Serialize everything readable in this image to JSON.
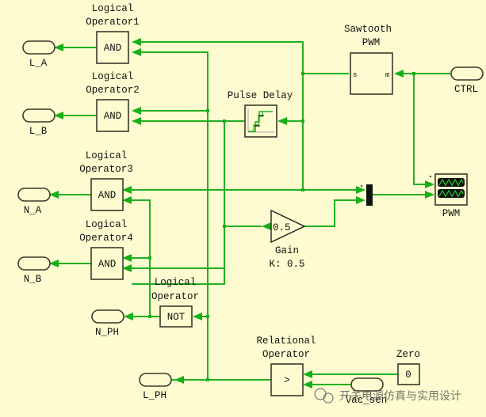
{
  "diagram": {
    "blocks": {
      "and1": {
        "title1": "Logical",
        "title2": "Operator1",
        "text": "AND"
      },
      "and2": {
        "title1": "Logical",
        "title2": "Operator2",
        "text": "AND"
      },
      "and3": {
        "title1": "Logical",
        "title2": "Operator3",
        "text": "AND"
      },
      "and4": {
        "title1": "Logical",
        "title2": "Operator4",
        "text": "AND"
      },
      "not": {
        "title1": "Logical",
        "title2": "Operator",
        "text": "NOT"
      },
      "sawtooth": {
        "title1": "Sawtooth",
        "title2": "PWM",
        "port_s": "s",
        "port_m": "m"
      },
      "pulse_delay": {
        "title": "Pulse Delay"
      },
      "gain": {
        "text": "0.5",
        "title": "Gain",
        "param": "K: 0.5"
      },
      "relational": {
        "title1": "Relational",
        "title2": "Operator",
        "text": ">"
      },
      "zero": {
        "title": "Zero",
        "text": "0"
      },
      "scope": {
        "title": "PWM"
      }
    },
    "goto_tags": {
      "L_A": "L_A",
      "L_B": "L_B",
      "N_A": "N_A",
      "N_B": "N_B",
      "N_PH": "N_PH",
      "L_PH": "L_PH",
      "CTRL": "CTRL",
      "Vac": "Vac_sen"
    },
    "colors": {
      "background": "#fdfbcf",
      "wire": "#22b022",
      "block_border": "#3a3a2a"
    }
  },
  "watermark": "开关电源仿真与实用设计"
}
